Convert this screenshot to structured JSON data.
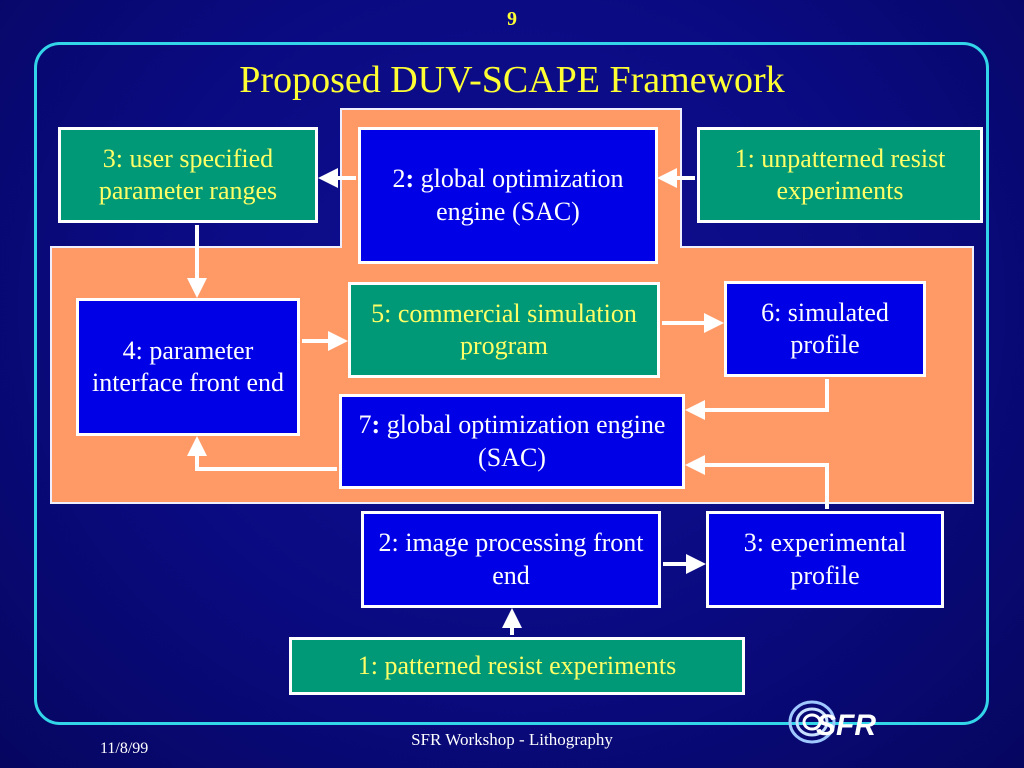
{
  "slide": {
    "page_number": "9",
    "title": "Proposed DUV-SCAPE Framework",
    "footer_date": "11/8/99",
    "footer_center": "SFR Workshop - Lithography",
    "logo_text": "SFR"
  },
  "boxes": {
    "b3_user": "3: user specified parameter ranges",
    "b2_global_num": "2",
    "b2_global_text": " global optimization engine (SAC)",
    "b1_unpatterned": "1: unpatterned resist experiments",
    "b4_interface": "4: parameter interface front end",
    "b5_commercial": "5: commercial simulation program",
    "b6_simulated": "6: simulated profile",
    "b7_global_num": "7",
    "b7_global_text": " global optimization engine (SAC)",
    "b2_image": "2: image processing front end",
    "b3_experimental": "3: experimental profile",
    "b1_patterned": "1: patterned resist experiments"
  },
  "colors": {
    "background": "#0a0a80",
    "frame": "#33d6e8",
    "title": "#ffff33",
    "salmon_region": "#ff9966",
    "green_box": "#009977",
    "blue_box": "#0000e6",
    "arrow": "#ffffff"
  }
}
